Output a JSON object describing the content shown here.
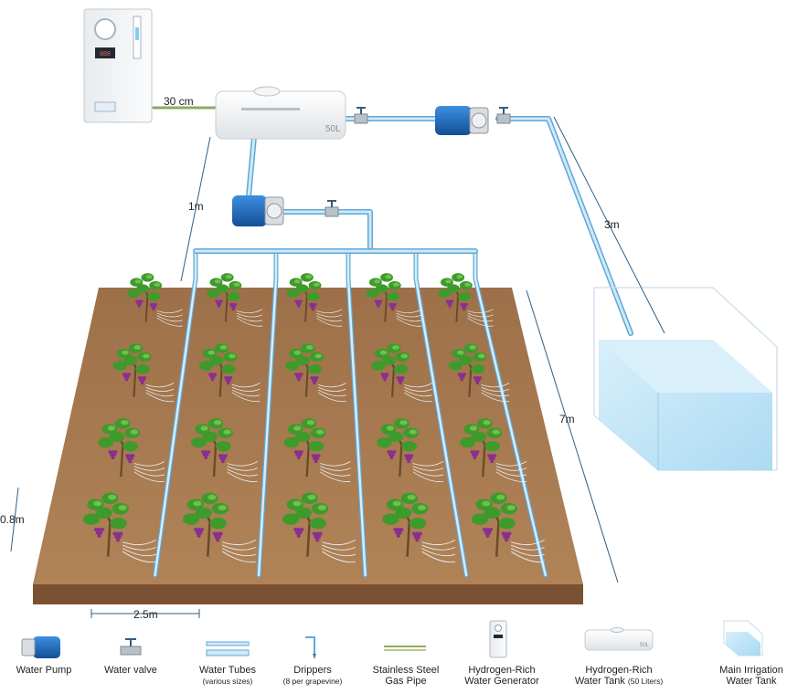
{
  "diagram": {
    "generator_label": "",
    "tank_capacity": "50L",
    "dim_generator_to_tank": "30 cm",
    "dim_tank_to_pump": "1m",
    "dim_to_main_tank": "3m",
    "dim_field_length": "7m",
    "dim_plant_spacing": "0.8m",
    "dim_row_spacing": "2.5m"
  },
  "legend": [
    {
      "icon": "water-pump-icon",
      "line1": "Water Pump",
      "line2": ""
    },
    {
      "icon": "water-valve-icon",
      "line1": "Water valve",
      "line2": ""
    },
    {
      "icon": "water-tubes-icon",
      "line1": "Water Tubes",
      "line2": "(various sizes)"
    },
    {
      "icon": "dripper-icon",
      "line1": "Drippers",
      "line2": "(8 per grapevine)"
    },
    {
      "icon": "gas-pipe-icon",
      "line1": "Stainless Steel",
      "line2": "Gas Pipe"
    },
    {
      "icon": "hydrogen-generator-icon",
      "line1": "Hydrogen-Rich",
      "line2": "Water Generator"
    },
    {
      "icon": "hydrogen-tank-icon",
      "line1": "Hydrogen-Rich",
      "line2": "Water Tank",
      "line2_suffix": "(50 Liters)"
    },
    {
      "icon": "irrigation-tank-icon",
      "line1": "Main Irrigation",
      "line2": "Water Tank"
    }
  ],
  "colors": {
    "soil_top": "#a87a52",
    "soil_front": "#7a5233",
    "soil_side": "#5e3f27",
    "tube": "#a9d4ef",
    "tube_edge": "#5fa8d6",
    "pump_blue": "#1f6fc4",
    "grape_purple": "#8a2f8e",
    "leaf_green": "#3f9a2c",
    "water": "#bfe3f6"
  }
}
